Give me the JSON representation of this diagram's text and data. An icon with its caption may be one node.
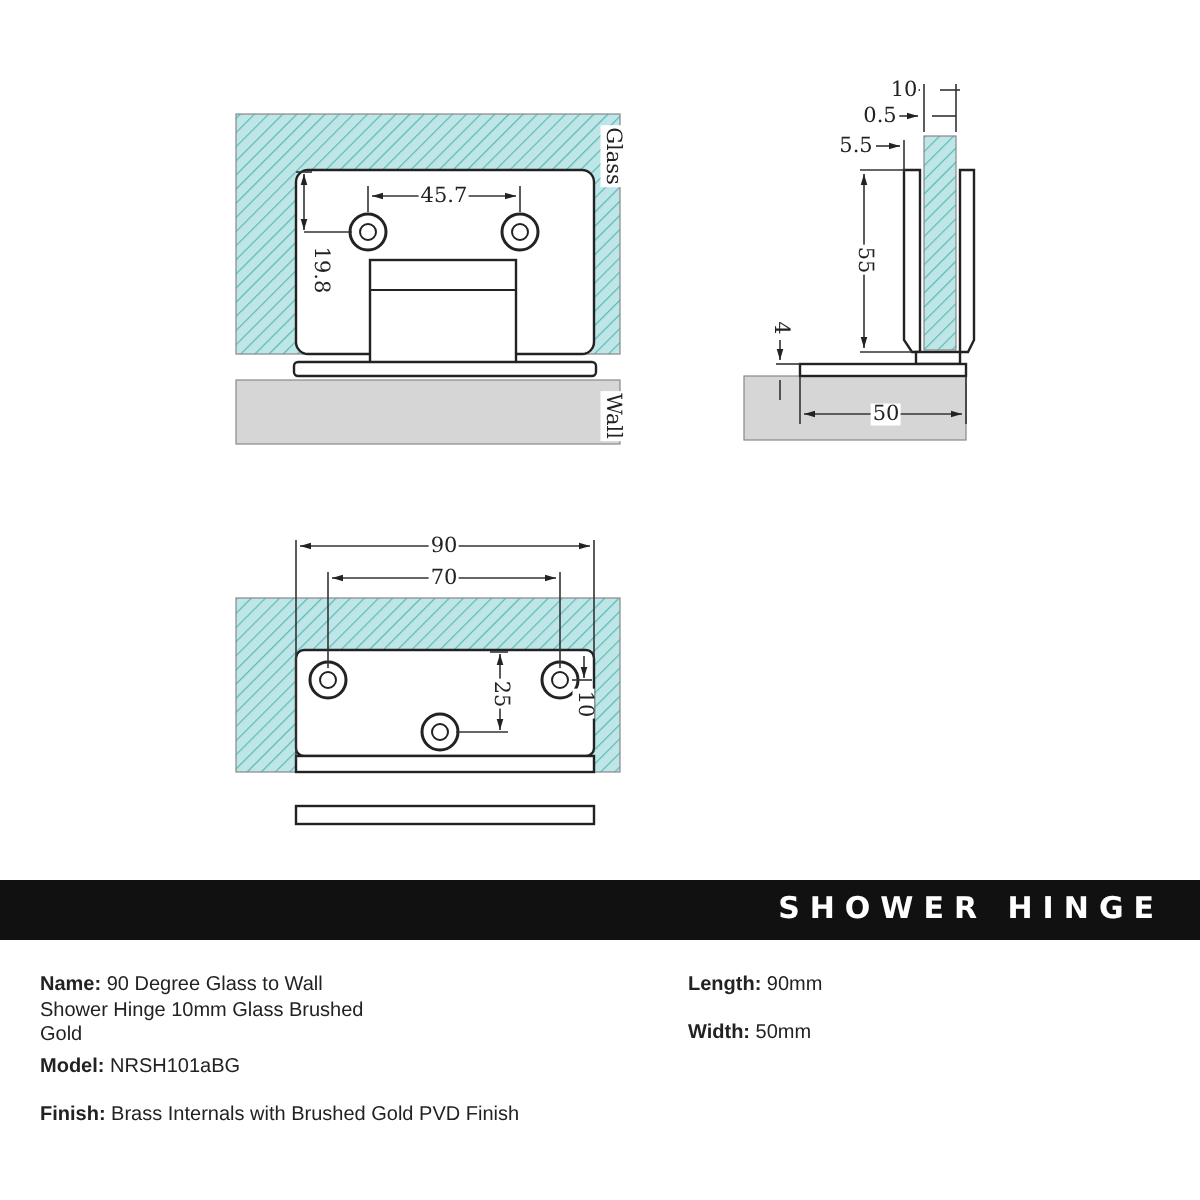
{
  "diagram": {
    "title": "SHOWER HINGE",
    "labels": [
      "Glass",
      "45.7",
      "19.8",
      "Wall",
      "10",
      "0.5",
      "5.5",
      "55",
      "4",
      "50",
      "90",
      "70",
      "25",
      "10",
      "**Name:** 90 Degree Glass to Wall Shower Hinge 10mm Glass Brushed Gold",
      "**Model:** NRSH101aBG",
      "**Finish:**  Brass Internals with Brushed Gold PVD Finish",
      "**Length:** 90mm",
      "**Width:** 50mm"
    ]
  }
}
